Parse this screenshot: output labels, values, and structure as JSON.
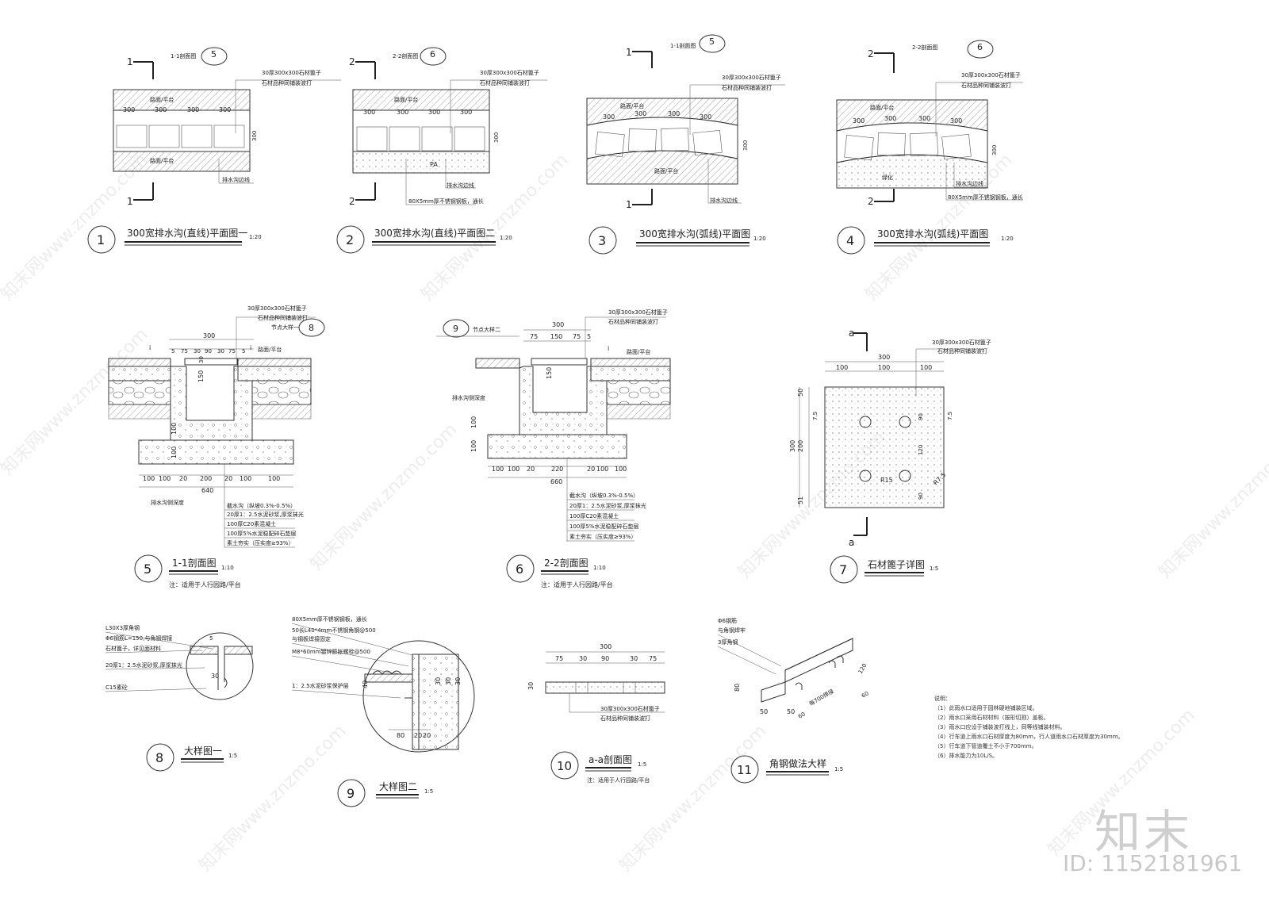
{
  "plans": [
    {
      "num": "1",
      "title": "300宽排水沟(直线)平面图一",
      "scale": "1:20",
      "cut": "1",
      "cut_label": "1-1剖面图",
      "cut_ref": "5",
      "dims": [
        "300",
        "300",
        "300",
        "300"
      ],
      "side": "300",
      "top": "路面/平台",
      "bottom": "路面/平台",
      "note1": "30厚300x300石材篦子",
      "note2": "石材品种同铺装波打",
      "note3": "排水沟边线"
    },
    {
      "num": "2",
      "title": "300宽排水沟(直线)平面图二",
      "scale": "1:20",
      "cut": "2",
      "cut_label": "2-2剖面图",
      "cut_ref": "6",
      "dims": [
        "300",
        "300",
        "300",
        "300"
      ],
      "side": "300",
      "top": "路面/平台",
      "bottom": "PA",
      "note1": "30厚300x300石材篦子",
      "note2": "石材品种同铺装波打",
      "note3": "排水沟边线",
      "note4": "80X5mm厚不锈钢钢板，通长"
    },
    {
      "num": "3",
      "title": "300宽排水沟(弧线)平面图",
      "scale": "1:20",
      "cut": "1",
      "cut_label": "1-1剖面图",
      "cut_ref": "5",
      "dims": [
        "300",
        "300",
        "300",
        "300"
      ],
      "side": "300",
      "top": "路面/平台",
      "bottom": "路面/平台",
      "note1": "30厚300x300石材篦子",
      "note2": "石材品种同铺装波打",
      "note3": "排水沟边线"
    },
    {
      "num": "4",
      "title": "300宽排水沟(弧线)平面图",
      "scale": "1:20",
      "cut": "2",
      "cut_label": "2-2剖面图",
      "cut_ref": "6",
      "dims": [
        "300",
        "300",
        "300",
        "300"
      ],
      "side": "300",
      "top": "路面/平台",
      "bottom": "绿化",
      "note1": "30厚300x300石材篦子",
      "note2": "石材品种同铺装波打",
      "note3": "排水沟边线",
      "note4": "80X5mm厚不锈钢钢板，通长"
    }
  ],
  "section5": {
    "num": "5",
    "title": "1-1剖面图",
    "scale": "1:10",
    "note": "注：适用于人行园路/平台",
    "top_note1": "30厚300x300石材篦子",
    "top_note2": "石材品种同铺装波打",
    "node_label": "节点大样一",
    "node_ref": "8",
    "road": "路面/平台",
    "dims_top": [
      "5",
      "75",
      "30",
      "90",
      "30",
      "75",
      "5"
    ],
    "total_top": "300",
    "h1": "30",
    "h2": "150",
    "h3": "100",
    "h4": "100",
    "i": "i",
    "dims_bottom": [
      "100",
      "100",
      "20",
      "200",
      "20",
      "100",
      "100"
    ],
    "total_bottom": "640",
    "side_label": "排水沟侧深度",
    "layers": [
      "截水沟（纵坡0.3%-0.5%）",
      "20厚1：2.5水泥砂浆,厚浆抹光",
      "100厚C20素混凝土",
      "100厚5%水泥稳配碎石垫层",
      "素土夯实（压实度≥93%）"
    ]
  },
  "section6": {
    "num": "6",
    "title": "2-2剖面图",
    "scale": "1:10",
    "note": "注：适用于人行园路/平台",
    "top_note1": "30厚300x300石材篦子",
    "top_note2": "石材品种同铺装波打",
    "node_label": "节点大样二",
    "node_ref": "9",
    "road": "路面/平台",
    "dims_top": [
      "75",
      "150",
      "75",
      "5"
    ],
    "total_top": "300",
    "h2": "150",
    "h3": "100",
    "h4": "100",
    "i": "i",
    "dims_bottom": [
      "100",
      "100",
      "20",
      "220",
      "20",
      "100",
      "100"
    ],
    "total_bottom": "660",
    "side_label": "排水沟侧深度",
    "layers": [
      "截水沟（纵坡0.3%-0.5%）",
      "20厚1：2.5水泥砂浆,厚浆抹光",
      "100厚C20素混凝土",
      "100厚5%水泥稳配碎石垫层",
      "素土夯实（压实度≥93%）"
    ]
  },
  "detail7": {
    "num": "7",
    "title": "石材篦子详图",
    "scale": "1:5",
    "sec": "a",
    "note1": "30厚300x300石材篦子",
    "note2": "石材品种同铺装波打",
    "dims_top": [
      "100",
      "100",
      "100"
    ],
    "total": "300",
    "left": [
      "50",
      "200",
      "51"
    ],
    "left_total": "300",
    "right": [
      "90",
      "120",
      "90"
    ],
    "offs": "7.5",
    "r1": "R15",
    "r2": "R7.5"
  },
  "detail8": {
    "num": "8",
    "title": "大样图一",
    "scale": "1:5",
    "labels": [
      "L30X3厚角钢",
      "Φ6钢筋L=150,与角钢焊接",
      "石材篦子，详见面材料",
      "20厚1：2.5水泥砂浆,厚浆抹光",
      "C15素砼"
    ],
    "d1": "5",
    "d2": "30"
  },
  "detail9": {
    "num": "9",
    "title": "大样图二",
    "scale": "1:5",
    "labels": [
      "80X5mm厚不锈钢钢板，通长",
      "50长L40*4mm不锈钢角钢@500",
      "与钢板焊接固定",
      "M8*60mm镀锌膨胀螺栓@500",
      "1：2.5水泥砂浆保护层"
    ],
    "dims": [
      "80",
      "20",
      "20"
    ],
    "v": [
      "40",
      "30",
      "30",
      "30"
    ]
  },
  "detail10": {
    "num": "10",
    "title": "a-a剖面图",
    "scale": "1:5",
    "note": "注：适用于人行园路/平台",
    "total": "300",
    "dims": [
      "75",
      "30",
      "90",
      "30",
      "75"
    ],
    "h": "30",
    "note1": "30厚300x300石材篦子",
    "note2": "石材品种同铺装波打"
  },
  "detail11": {
    "num": "11",
    "title": "角钢做法大样",
    "scale": "1:5",
    "labels": [
      "Φ6钢筋",
      "与角钢焊牢",
      "3厚角钢"
    ],
    "dims": [
      "80",
      "50",
      "50",
      "60",
      "60",
      "120",
      "每700焊接"
    ]
  },
  "notes": {
    "title": "说明：",
    "items": [
      "（1）此雨水口适用于园林硬地铺装区域。",
      "（2）雨水口采用石材材料（按形切割）盖板。",
      "（3）雨水口应设于铺装波打线上，同等线铺装材料。",
      "（4）行车道上雨水口石材厚度为80mm，行人道雨水口石材厚度为30mm。",
      "（5）行车道下管道覆土不小于700mm。",
      "（6）排水能力为10L/S。"
    ]
  },
  "watermark": {
    "text": "知末网www.znzmo.com",
    "logo": "知末",
    "id": "ID: 1152181961"
  }
}
